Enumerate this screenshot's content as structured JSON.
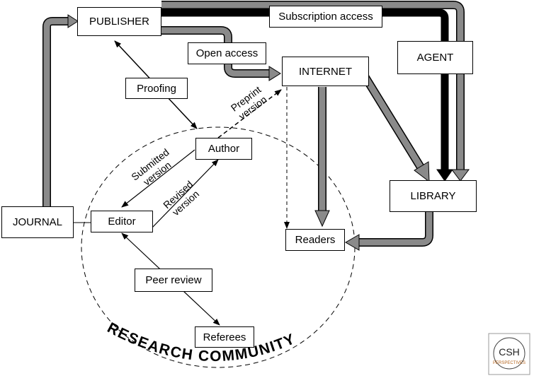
{
  "nodes": {
    "publisher": "PUBLISHER",
    "subscription_access": "Subscription access",
    "agent": "AGENT",
    "open_access": "Open access",
    "internet": "INTERNET",
    "proofing": "Proofing",
    "author": "Author",
    "library": "LIBRARY",
    "journal": "JOURNAL",
    "editor": "Editor",
    "readers": "Readers",
    "peer_review": "Peer review",
    "referees": "Referees"
  },
  "edge_labels": {
    "preprint_line1": "Preprint",
    "preprint_line2": "version",
    "submitted_line1": "Submitted",
    "submitted_line2": "version",
    "revised_line1": "Revised",
    "revised_line2": "version"
  },
  "region_label": "RESEARCH COMMUNITY",
  "logo": {
    "line1": "CSH",
    "line2": "PERSPECTIVES",
    "accent_color": "#b5651d"
  },
  "colors": {
    "gray_arrow": "#8a8a8a",
    "black_arrow": "#000000"
  }
}
